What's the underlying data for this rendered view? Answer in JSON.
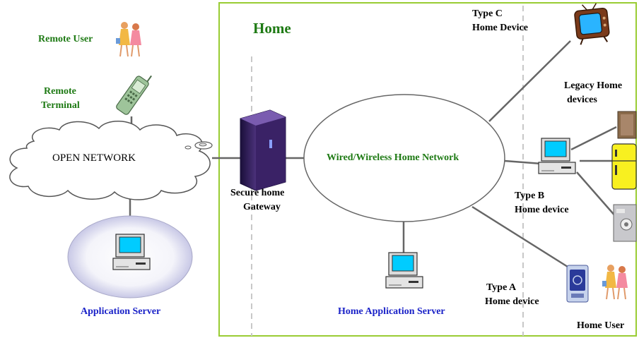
{
  "home_title": "Home",
  "left": {
    "remote_user": "Remote User",
    "remote_terminal_line1": "Remote",
    "remote_terminal_line2": "Terminal",
    "open_network": "OPEN NETWORK",
    "application_server": "Application Server"
  },
  "home": {
    "gateway_line1": "Secure home",
    "gateway_line2": "Gateway",
    "home_network": "Wired/Wireless Home Network",
    "home_app_server": "Home Application Server",
    "type_c_line1": "Type C",
    "type_c_line2": "Home Device",
    "legacy_line1": "Legacy Home",
    "legacy_line2": "devices",
    "type_b_line1": "Type B",
    "type_b_line2": "Home device",
    "type_a_line1": "Type A",
    "type_a_line2": "Home device",
    "home_user": "Home User"
  },
  "colors": {
    "home_border": "#99cc33",
    "green_text": "#1e7a14",
    "blue_text": "#1a22c8",
    "line": "#666666"
  }
}
